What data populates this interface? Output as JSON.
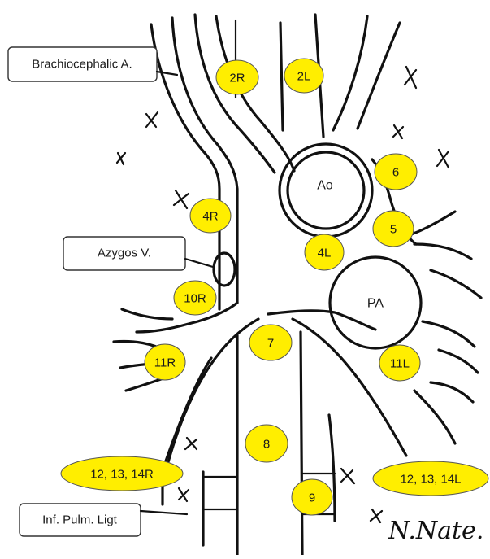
{
  "colors": {
    "node_fill": "#ffee00",
    "ink": "#111111",
    "callout_border": "#333333"
  },
  "stations": {
    "s2R": "2R",
    "s2L": "2L",
    "s6": "6",
    "s4R": "4R",
    "s5": "5",
    "s4L": "4L",
    "s10R": "10R",
    "s7": "7",
    "s11R": "11R",
    "s11L": "11L",
    "s8": "8",
    "s12R": "12, 13, 14R",
    "s9": "9",
    "s12L": "12, 13, 14L"
  },
  "structures": {
    "aorta": "Ao",
    "pulmonary_artery": "PA"
  },
  "callouts": {
    "brachiocephalic": "Brachiocephalic A.",
    "azygos": "Azygos V.",
    "inf_pulm_ligt": "Inf. Pulm. Ligt"
  },
  "signature": "N. Nate."
}
